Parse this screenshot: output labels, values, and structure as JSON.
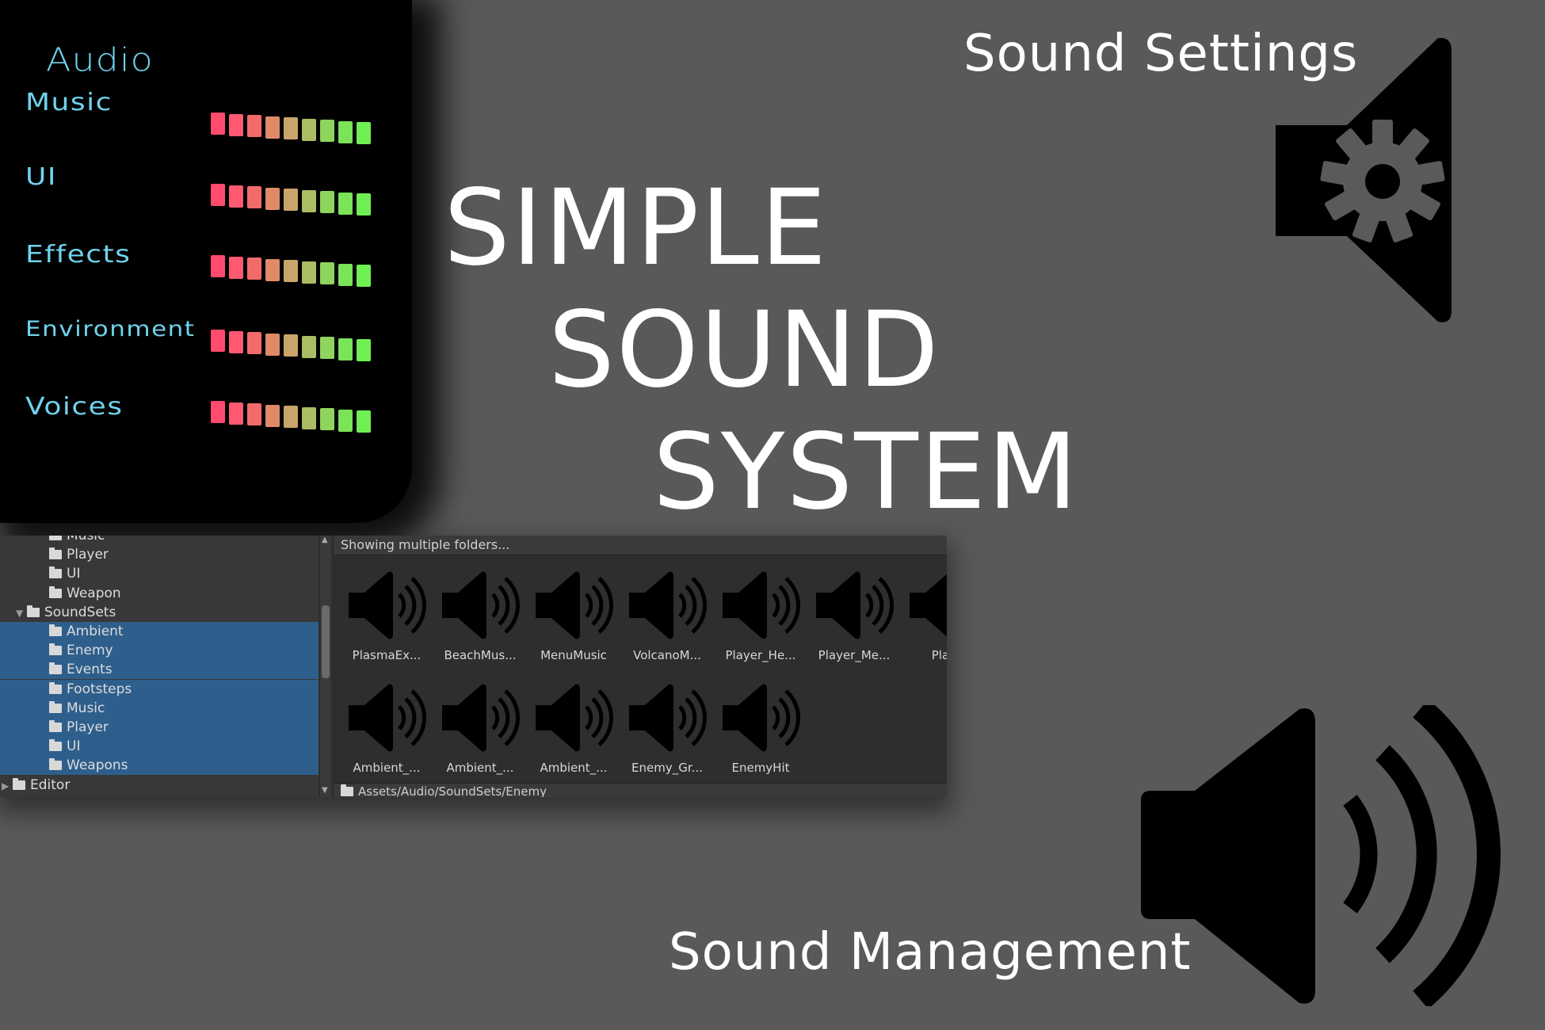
{
  "audio_panel": {
    "title": "Audio",
    "rows": [
      {
        "label": "Music",
        "level": 9
      },
      {
        "label": "UI",
        "level": 9
      },
      {
        "label": "Effects",
        "level": 9
      },
      {
        "label": "Environment",
        "level": 9
      },
      {
        "label": "Voices",
        "level": 9
      }
    ],
    "segment_colors": [
      "#ff4b6e",
      "#ff5a72",
      "#f26b6b",
      "#e08a6a",
      "#c9a56a",
      "#aabd62",
      "#8fd45c",
      "#7ae357",
      "#6ff052"
    ]
  },
  "title": {
    "line1": "SIMPLE",
    "line2": "SOUND",
    "line3": "SYSTEM"
  },
  "labels": {
    "sound_settings": "Sound Settings",
    "sound_management": "Sound Management"
  },
  "editor": {
    "tree": [
      {
        "label": "Music",
        "indent": 2,
        "selected": false,
        "partial": true
      },
      {
        "label": "Player",
        "indent": 2,
        "selected": false
      },
      {
        "label": "UI",
        "indent": 2,
        "selected": false
      },
      {
        "label": "Weapon",
        "indent": 2,
        "selected": false
      },
      {
        "label": "SoundSets",
        "indent": 1,
        "selected": false,
        "expanded": true
      },
      {
        "label": "Ambient",
        "indent": 2,
        "selected": true
      },
      {
        "label": "Enemy",
        "indent": 2,
        "selected": true
      },
      {
        "label": "Events",
        "indent": 2,
        "selected": true
      },
      {
        "label": "Footsteps",
        "indent": 2,
        "selected": true
      },
      {
        "label": "Music",
        "indent": 2,
        "selected": true
      },
      {
        "label": "Player",
        "indent": 2,
        "selected": true
      },
      {
        "label": "UI",
        "indent": 2,
        "selected": true
      },
      {
        "label": "Weapons",
        "indent": 2,
        "selected": true
      },
      {
        "label": "Editor",
        "indent": 0,
        "selected": false,
        "collapsed": true
      }
    ],
    "header": "Showing multiple folders...",
    "assets_row1": [
      "PlasmaEx...",
      "BeachMus...",
      "MenuMusic",
      "VolcanoM...",
      "Player_He...",
      "Player_Me...",
      "Playe"
    ],
    "assets_row2": [
      "Ambient_...",
      "Ambient_...",
      "Ambient_...",
      "Enemy_Gr...",
      "EnemyHit"
    ],
    "footer_path": "Assets/Audio/SoundSets/Enemy"
  },
  "icons": {
    "settings": "speaker-gear-icon",
    "volume": "speaker-volume-icon",
    "gear_color": "#5a5a5a"
  }
}
